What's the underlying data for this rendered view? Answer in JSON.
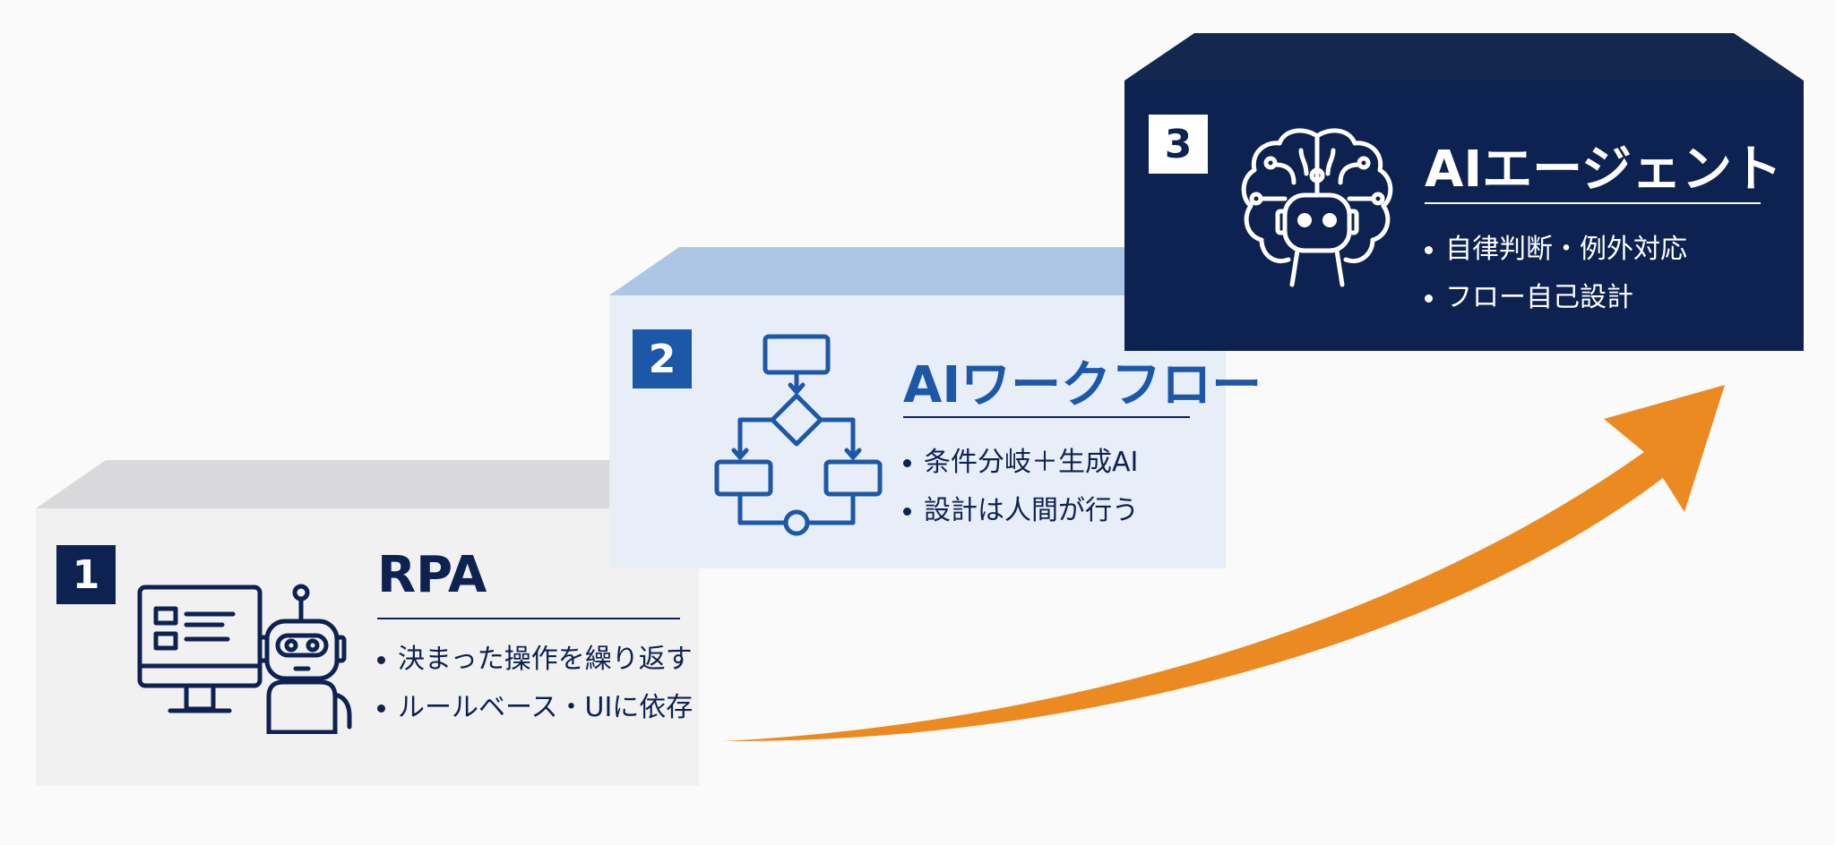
{
  "steps": [
    {
      "number": "1",
      "title": "RPA",
      "bullets": [
        "決まった操作を繰り返す",
        "ルールベース・UIに依存"
      ],
      "icon": "computer-robot-icon"
    },
    {
      "number": "2",
      "title": "AIワークフロー",
      "bullets": [
        "条件分岐＋生成AI",
        "設計は人間が行う"
      ],
      "icon": "flowchart-icon"
    },
    {
      "number": "3",
      "title": "AIエージェント",
      "bullets": [
        "自律判断・例外対応",
        "フロー自己設計"
      ],
      "icon": "brain-robot-icon"
    }
  ],
  "colors": {
    "navy": "#0d2250",
    "blue": "#1c57a8",
    "light_blue_front": "#e7eef8",
    "light_blue_top": "#aec6e6",
    "gray_front": "#f1f1f2",
    "gray_top": "#d9d9db",
    "arrow": "#ec8a22"
  }
}
